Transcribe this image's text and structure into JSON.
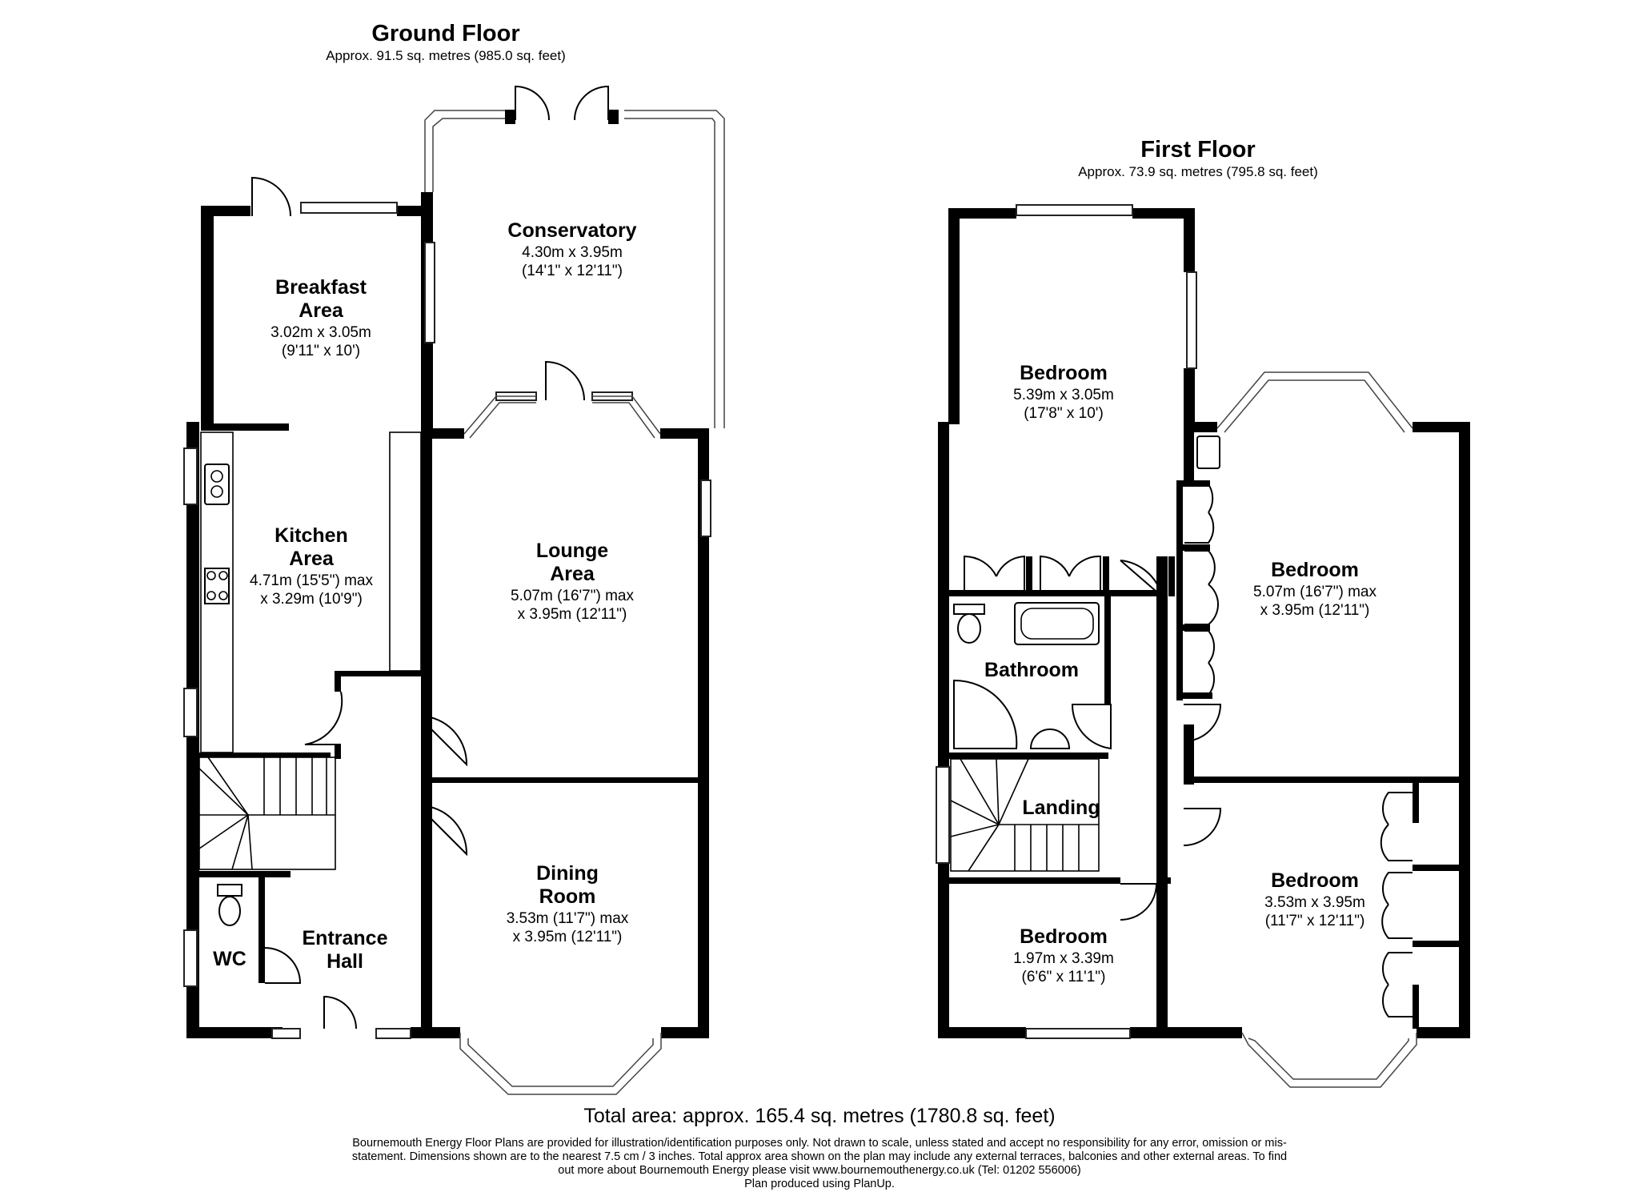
{
  "ground_floor": {
    "title": "Ground Floor",
    "area": "Approx. 91.5 sq. metres (985.0 sq. feet)",
    "rooms": {
      "conservatory": {
        "name": [
          "Conservatory"
        ],
        "dims": [
          "4.30m x 3.95m",
          "(14'1\" x 12'11\")"
        ]
      },
      "breakfast": {
        "name": [
          "Breakfast",
          "Area"
        ],
        "dims": [
          "3.02m x 3.05m",
          "(9'11\" x 10')"
        ]
      },
      "kitchen": {
        "name": [
          "Kitchen",
          "Area"
        ],
        "dims": [
          "4.71m (15'5\") max",
          "x 3.29m (10'9\")"
        ]
      },
      "lounge": {
        "name": [
          "Lounge",
          "Area"
        ],
        "dims": [
          "5.07m (16'7\") max",
          "x 3.95m (12'11\")"
        ]
      },
      "dining": {
        "name": [
          "Dining",
          "Room"
        ],
        "dims": [
          "3.53m (11'7\") max",
          "x 3.95m (12'11\")"
        ]
      },
      "wc": {
        "name": [
          "WC"
        ],
        "dims": []
      },
      "entrance": {
        "name": [
          "Entrance",
          "Hall"
        ],
        "dims": []
      }
    }
  },
  "first_floor": {
    "title": "First Floor",
    "area": "Approx. 73.9 sq. metres (795.8 sq. feet)",
    "rooms": {
      "bedroom_rear": {
        "name": [
          "Bedroom"
        ],
        "dims": [
          "5.39m x 3.05m",
          "(17'8\" x 10')"
        ]
      },
      "bedroom_large": {
        "name": [
          "Bedroom"
        ],
        "dims": [
          "5.07m (16'7\") max",
          "x 3.95m (12'11\")"
        ]
      },
      "bathroom": {
        "name": [
          "Bathroom"
        ],
        "dims": []
      },
      "landing": {
        "name": [
          "Landing"
        ],
        "dims": []
      },
      "bedroom_small": {
        "name": [
          "Bedroom"
        ],
        "dims": [
          "1.97m x 3.39m",
          "(6'6\" x 11'1\")"
        ]
      },
      "bedroom_front": {
        "name": [
          "Bedroom"
        ],
        "dims": [
          "3.53m x 3.95m",
          "(11'7\" x 12'11\")"
        ]
      }
    }
  },
  "total_area": "Total area: approx. 165.4 sq. metres (1780.8 sq. feet)",
  "disclaimer": [
    "Bournemouth Energy Floor Plans are provided for illustration/identification purposes only. Not drawn to scale, unless stated and accept no responsibility for any error, omission or mis-",
    "statement. Dimensions shown are to the nearest 7.5 cm / 3 inches. Total approx area shown on the plan may include any external terraces, balconies and other external areas. To find",
    "out more about Bournemouth Energy please visit www.bournemouthenergy.co.uk (Tel: 01202 556006)",
    "Plan produced using PlanUp."
  ]
}
